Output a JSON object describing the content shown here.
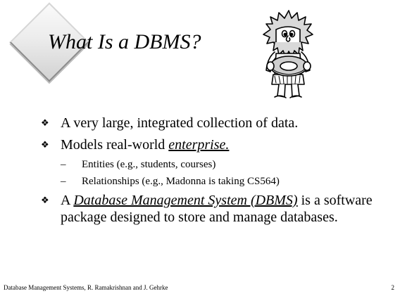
{
  "slide": {
    "title": "What Is a DBMS?",
    "bullets": [
      {
        "text": "A very large, integrated collection of data."
      },
      {
        "prefix": "Models real-world ",
        "emphasis": "enterprise."
      },
      {
        "prefix": "A ",
        "emphasis": "Database Management System (DBMS)",
        "suffix": " is a software package designed to store and manage databases."
      }
    ],
    "sub_bullets": [
      "Entities (e.g., students, courses)",
      "Relationships (e.g., Madonna is taking CS564)"
    ],
    "bullet_glyph": "❖",
    "dash_glyph": "–",
    "clipart_icon": "caveman-holding-stone-wheel-icon",
    "footer": {
      "left": "Database Management Systems, R. Ramakrishnan and J. Gehrke",
      "page_number": "2"
    }
  }
}
